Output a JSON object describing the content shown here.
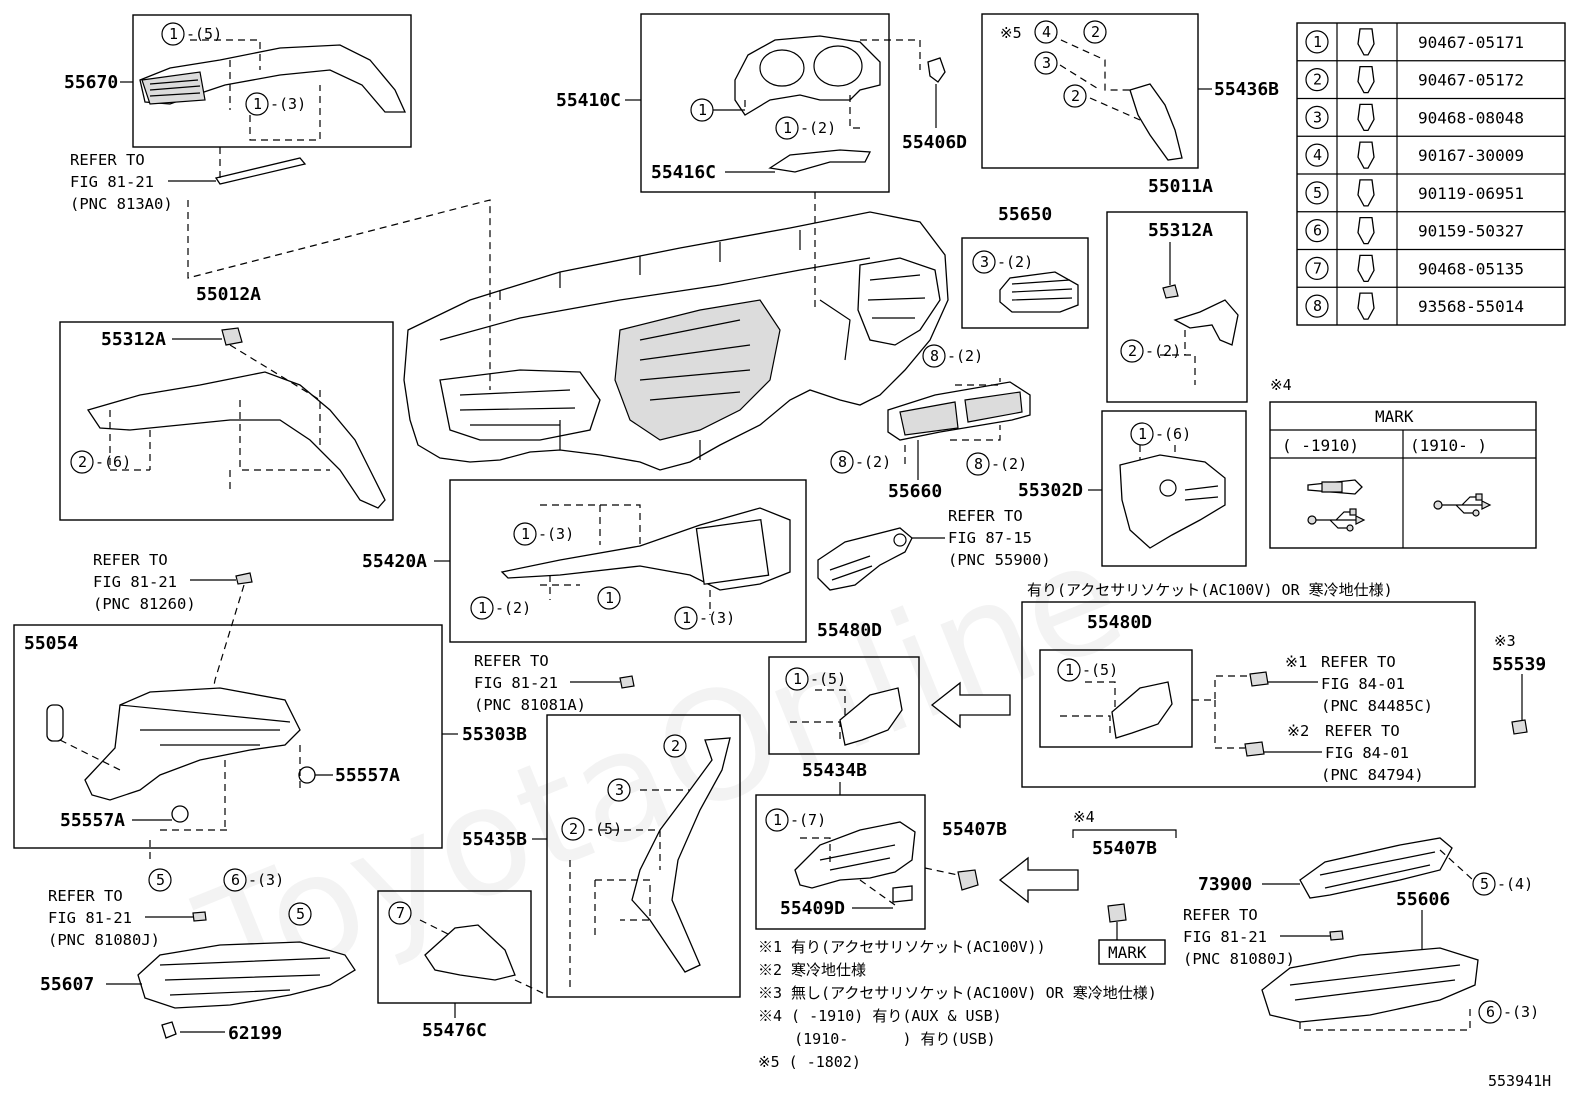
{
  "watermark": "ToyotaOnline",
  "diagram_id": "553941H",
  "parts": {
    "p55670": "55670",
    "p55410C": "55410C",
    "p55406D": "55406D",
    "p55416C": "55416C",
    "p55436B": "55436B",
    "p55011A": "55011A",
    "p55312A_r": "55312A",
    "p55650": "55650",
    "p55012A": "55012A",
    "p55312A_l": "55312A",
    "p55660": "55660",
    "p55302D": "55302D",
    "p55420A": "55420A",
    "p55054": "55054",
    "p55303B": "55303B",
    "p55557A_r": "55557A",
    "p55557A_l": "55557A",
    "p55480D": "55480D",
    "p55480D_opt": "55480D",
    "p55539": "55539",
    "p55434B": "55434B",
    "p55435B": "55435B",
    "p55407B": "55407B",
    "p55407B_opt": "55407B",
    "p55409D": "55409D",
    "p73900": "73900",
    "p55606": "55606",
    "p55607": "55607",
    "p62199": "62199",
    "p55476C": "55476C"
  },
  "refs": {
    "r1": {
      "l1": "REFER TO",
      "l2": "FIG 81-21",
      "l3": "(PNC 813A0)"
    },
    "r2": {
      "l1": "REFER TO",
      "l2": "FIG 87-15",
      "l3": "(PNC 55900)"
    },
    "r3": {
      "l1": "REFER TO",
      "l2": "FIG 81-21",
      "l3": "(PNC 81260)"
    },
    "r4": {
      "l1": "REFER TO",
      "l2": "FIG 81-21",
      "l3": "(PNC 81081A)"
    },
    "r5": {
      "l1": "REFER TO",
      "l2": "FIG 81-21",
      "l3": "(PNC 81080J)"
    },
    "r6": {
      "l1": "REFER TO",
      "l2": "FIG 81-21",
      "l3": "(PNC 81080J)"
    },
    "r7": {
      "mark": "※1",
      "l1": "REFER TO",
      "l2": "FIG 84-01",
      "l3": "(PNC 84485C)"
    },
    "r8": {
      "mark": "※2",
      "l1": "REFER TO",
      "l2": "FIG 84-01",
      "l3": "(PNC 84794)"
    }
  },
  "callouts": {
    "c_1_5a": "1",
    "q_1_5a": "-(5)",
    "c_1_3a": "1",
    "q_1_3a": "-(3)",
    "c_1_b": "1",
    "c_1_2b": "1",
    "q_1_2b": "-(2)",
    "c_5_436": "※5",
    "c_4_436": "4",
    "c_2_436a": "2",
    "c_3_436": "3",
    "c_2_436b": "2",
    "c_3_650": "3",
    "q_3_650": "-(2)",
    "c_2_312": "2",
    "q_2_312": "-(2)",
    "c_2_012": "2",
    "q_2_012": "-(6)",
    "c_8a": "8",
    "q_8a": "-(2)",
    "c_8b": "8",
    "q_8b": "-(2)",
    "c_8c": "8",
    "q_8c": "-(2)",
    "c_1_6": "1",
    "q_1_6": "-(6)",
    "c_1_3c": "1",
    "q_1_3c": "-(3)",
    "c_1_2d": "1",
    "q_1_2d": "-(2)",
    "c_1_e": "1",
    "c_1_3f": "1",
    "q_1_3f": "-(3)",
    "c_1_5g": "1",
    "q_1_5g": "-(5)",
    "c_1_5h": "1",
    "q_1_5h": "-(5)",
    "c_2_i": "2",
    "c_3_i": "3",
    "c_2_5i": "2",
    "q_2_5i": "-(5)",
    "c_1_7": "1",
    "q_1_7": "-(7)",
    "c_5a": "5",
    "c_6_3": "6",
    "q_6_3": "-(3)",
    "c_5b": "5",
    "c_7": "7",
    "c_5_4": "5",
    "q_5_4": "-(4)",
    "c_6_3b": "6",
    "q_6_3b": "-(3)",
    "m3": "※3",
    "m4": "※4"
  },
  "option_box_title": "有り(アクセサリソケット(AC100V) OR 寒冷地仕様)",
  "fastener_table": [
    {
      "no": "1",
      "part": "90467-05171"
    },
    {
      "no": "2",
      "part": "90467-05172"
    },
    {
      "no": "3",
      "part": "90468-08048"
    },
    {
      "no": "4",
      "part": "90167-30009"
    },
    {
      "no": "5",
      "part": "90119-06951"
    },
    {
      "no": "6",
      "part": "90159-50327"
    },
    {
      "no": "7",
      "part": "90468-05135"
    },
    {
      "no": "8",
      "part": "93568-55014"
    }
  ],
  "mark_table": {
    "note": "※4",
    "title": "MARK",
    "col1": "(      -1910)",
    "col2": "(1910-      )"
  },
  "mark_label": "MARK",
  "notes": [
    "※1 有り(アクセサリソケット(AC100V))",
    "※2 寒冷地仕様",
    "※3 無し(アクセサリソケット(AC100V) OR 寒冷地仕様)",
    "※4 (      -1910) 有り(AUX & USB)",
    "    (1910-      ) 有り(USB)",
    "※5 (      -1802)"
  ]
}
